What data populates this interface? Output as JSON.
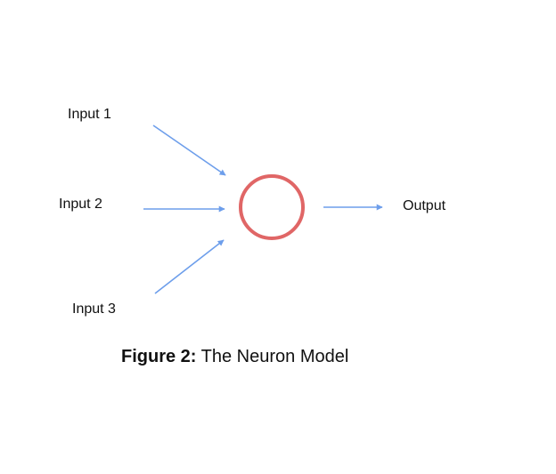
{
  "inputs": [
    {
      "label": "Input 1"
    },
    {
      "label": "Input 2"
    },
    {
      "label": "Input 3"
    }
  ],
  "output_label": "Output",
  "caption": {
    "prefix": "Figure 2:",
    "text": "The Neuron Model"
  },
  "colors": {
    "arrow": "#6d9eeb",
    "neuron_stroke": "#e06666",
    "text": "#111111"
  }
}
